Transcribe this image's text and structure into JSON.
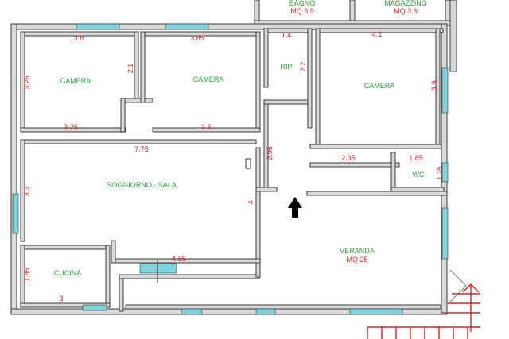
{
  "rooms": {
    "bagno": "BAGNO",
    "bagno_area": "MQ 3.9",
    "magazzino": "MAGAZZINO",
    "magazzino_area": "MQ 3.6",
    "camera_left": "CAMERA",
    "camera_middle": "CAMERA",
    "rip": "RIP",
    "camera_right": "CAMERA",
    "soggiorno": "SOGGIORNO - SALA",
    "wc": "WC",
    "cucina": "CUCINA",
    "veranda": "VERANDA",
    "veranda_area": "MQ 25"
  },
  "dimensions": {
    "camera_left_top": "3.8",
    "camera_left_left": "3.25",
    "camera_left_right": "2.1",
    "camera_left_bottom": "3.25",
    "camera_middle_top": "3.85",
    "camera_middle_bottom": "3.3",
    "rip_top": "1.4",
    "rip_right": "2.2",
    "camera_right_top": "4.1",
    "camera_right_right": "3.9",
    "corridor": "2.95",
    "soggiorno_top": "7.75",
    "soggiorno_left": "3.3",
    "soggiorno_right": "4",
    "soggiorno_bottom": "4.65",
    "hall": "2.35",
    "wc_top": "1.85",
    "wc_right": "1.25",
    "cucina_left": "1.85",
    "cucina_bottom": "3"
  },
  "colors": {
    "wall": "#d9d9d9",
    "window": "#7fd3dc",
    "room_label": "#2e9e3e",
    "dimension": "#d8242b"
  },
  "icons": {
    "entrance": "arrow-up-icon",
    "stairs": "stair-arrow-icon"
  }
}
